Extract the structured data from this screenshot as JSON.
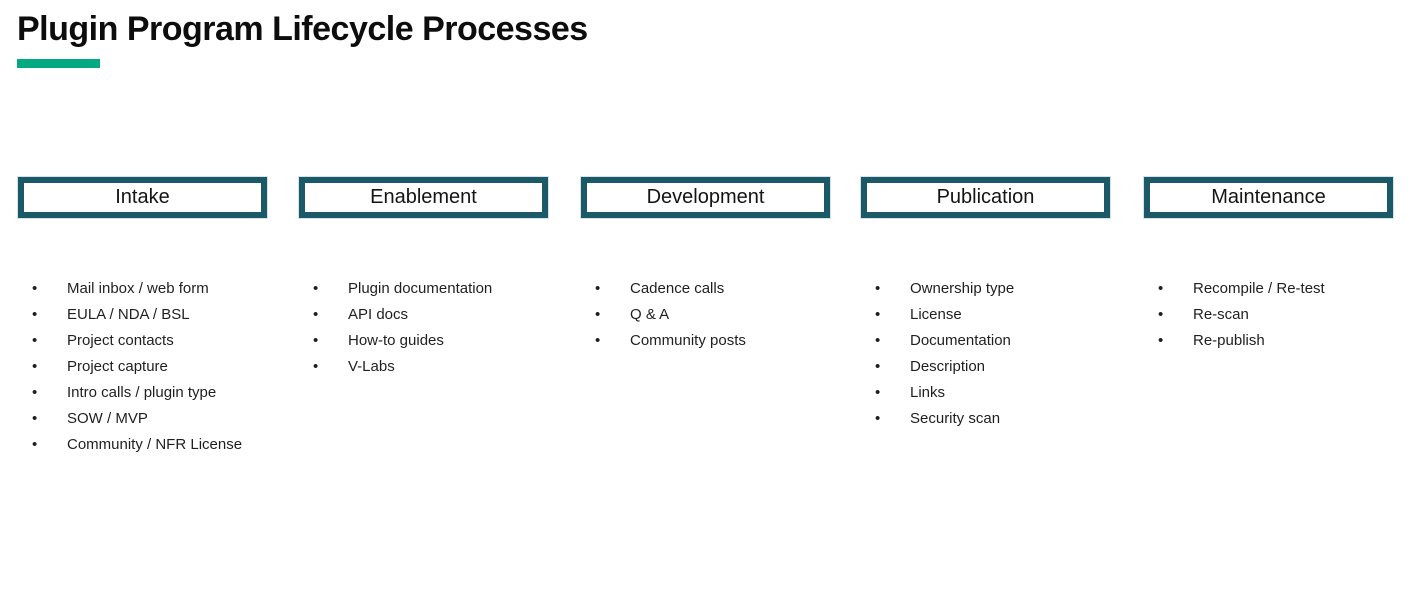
{
  "page": {
    "title": "Plugin Program Lifecycle Processes",
    "accent_green": "#04a982",
    "box_border_teal": "#1c5968",
    "bullet_glyph": "•"
  },
  "columns": [
    {
      "title": "Intake",
      "items": [
        "Mail inbox / web form",
        "EULA / NDA / BSL",
        "Project contacts",
        "Project capture",
        "Intro calls / plugin type",
        "SOW / MVP",
        "Community / NFR License"
      ]
    },
    {
      "title": "Enablement",
      "items": [
        "Plugin documentation",
        "API docs",
        "How-to guides",
        "V-Labs"
      ]
    },
    {
      "title": "Development",
      "items": [
        "Cadence calls",
        "Q & A",
        "Community posts"
      ]
    },
    {
      "title": "Publication",
      "items": [
        "Ownership type",
        "License",
        "Documentation",
        "Description",
        "Links",
        "Security scan"
      ]
    },
    {
      "title": "Maintenance",
      "items": [
        "Recompile / Re-test",
        "Re-scan",
        "Re-publish"
      ]
    }
  ]
}
